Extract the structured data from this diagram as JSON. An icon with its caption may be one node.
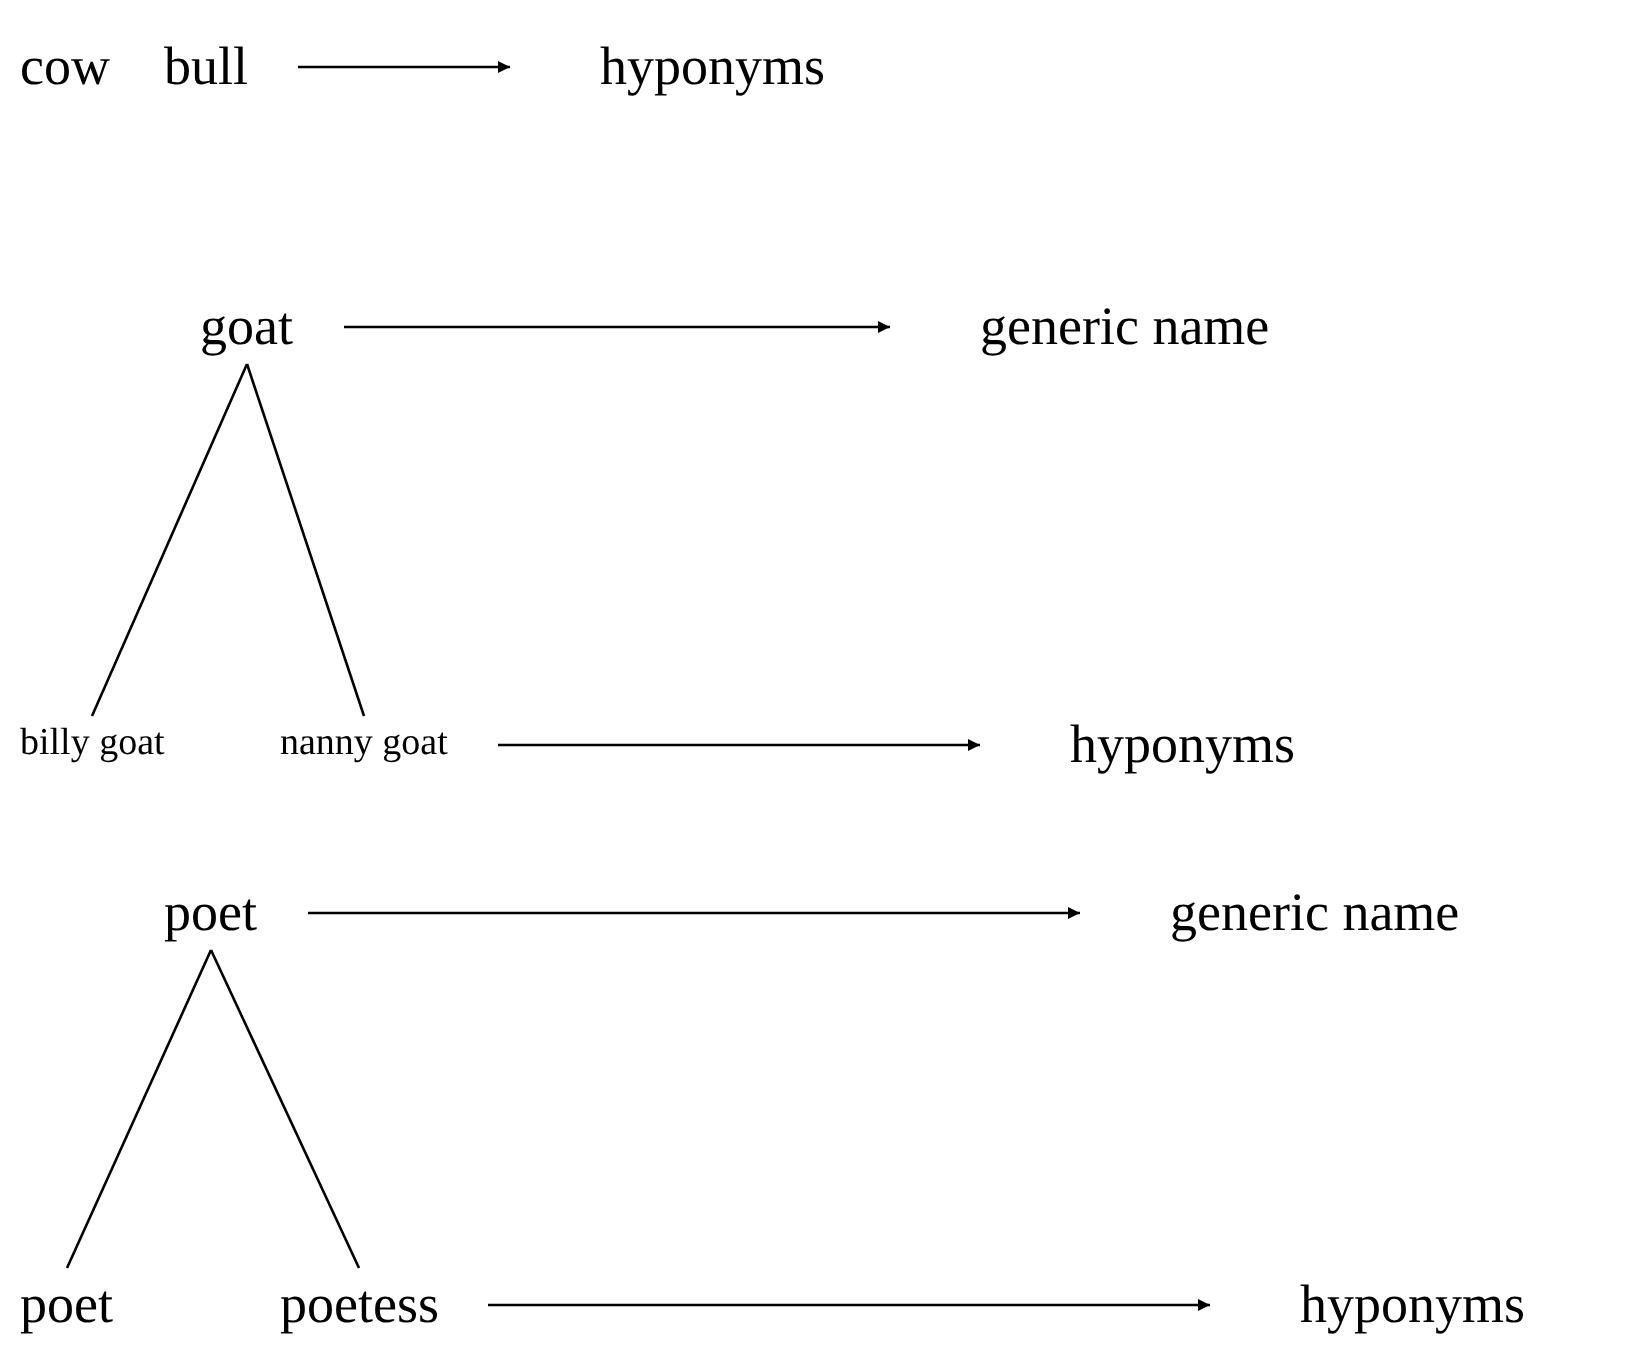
{
  "diagram": {
    "nodes": [
      {
        "text": [
          "cow"
        ]
      },
      {
        "text": [
          "bull"
        ]
      },
      {
        "text": [
          "hyponyms"
        ]
      },
      {
        "text": [
          "goat"
        ]
      },
      {
        "text": [
          "generic name"
        ]
      },
      {
        "text": [
          "billy goat"
        ]
      },
      {
        "text": [
          "nanny goat"
        ]
      },
      {
        "text": [
          "hyponyms"
        ]
      },
      {
        "text": [
          "poet"
        ]
      },
      {
        "text": [
          "generic name"
        ]
      },
      {
        "text": [
          "poet"
        ]
      },
      {
        "text": [
          "poetess"
        ]
      },
      {
        "text": [
          "hyponyms"
        ]
      }
    ],
    "edges": [
      {
        "from": 1,
        "to": 2,
        "arrow": "to"
      },
      {
        "from": 3,
        "to": 4,
        "arrow": "to"
      },
      {
        "from": 3,
        "to": 5,
        "arrow": "none"
      },
      {
        "from": 3,
        "to": 6,
        "arrow": "none"
      },
      {
        "from": 6,
        "to": 7,
        "arrow": "to"
      },
      {
        "from": 8,
        "to": 9,
        "arrow": "to"
      },
      {
        "from": 8,
        "to": 10,
        "arrow": "none"
      },
      {
        "from": 8,
        "to": 11,
        "arrow": "none"
      },
      {
        "from": 11,
        "to": 12,
        "arrow": "to"
      }
    ]
  }
}
